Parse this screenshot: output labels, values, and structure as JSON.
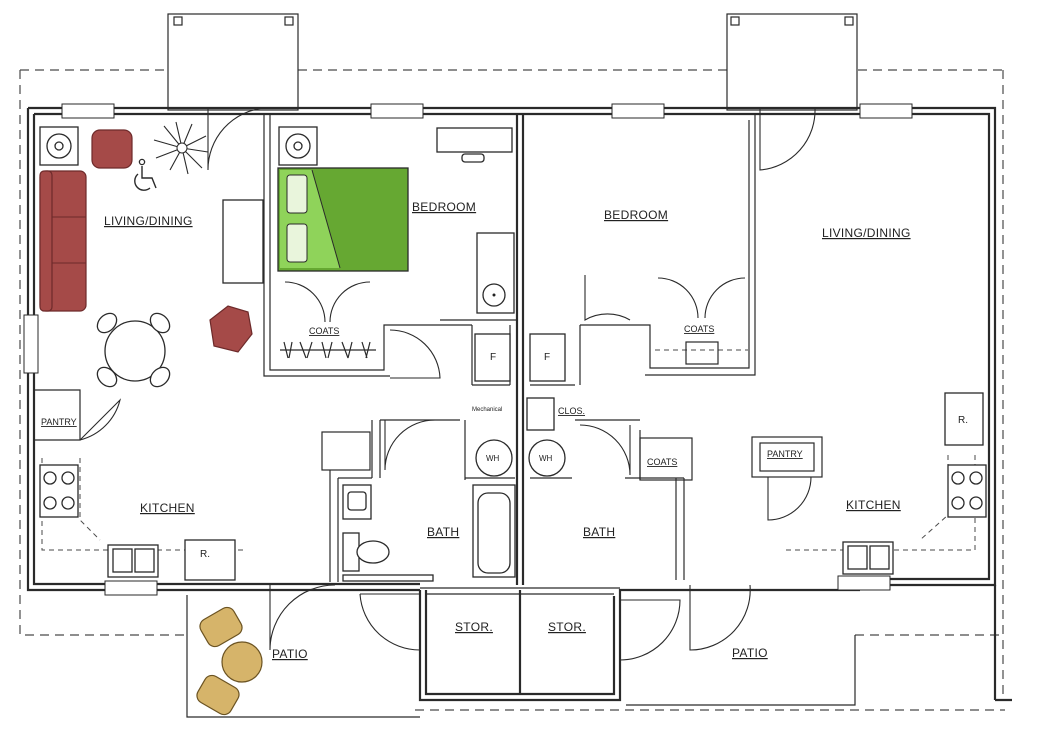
{
  "rooms": {
    "living_dining_left": "LIVING/DINING",
    "bedroom_left": "BEDROOM",
    "coats_left": "COATS",
    "pantry_left": "PANTRY",
    "kitchen_left": "KITCHEN",
    "bath_left": "BATH",
    "stor_left": "STOR.",
    "patio_left": "PATIO",
    "mechanical": "Mechanical",
    "bedroom_right": "BEDROOM",
    "coats_right": "COATS",
    "living_dining_right": "LIVING/DINING",
    "clos": "CLOS.",
    "coats_hall": "COATS",
    "pantry_right": "PANTRY",
    "kitchen_right": "KITCHEN",
    "bath_right": "BATH",
    "stor_right": "STOR.",
    "patio_right": "PATIO"
  },
  "fixtures": {
    "furnace_left": "F",
    "furnace_right": "F",
    "water_heater_left": "WH",
    "water_heater_right": "WH",
    "refrigerator_left": "R.",
    "refrigerator_right": "R."
  },
  "colors": {
    "bed": "#66a832",
    "bed_accent": "#8fd35a",
    "furniture": "#a54a48",
    "patio_furniture": "#d6b46a"
  },
  "icons": {
    "accessibility": "wheelchair-icon",
    "plant": "plant-icon"
  }
}
